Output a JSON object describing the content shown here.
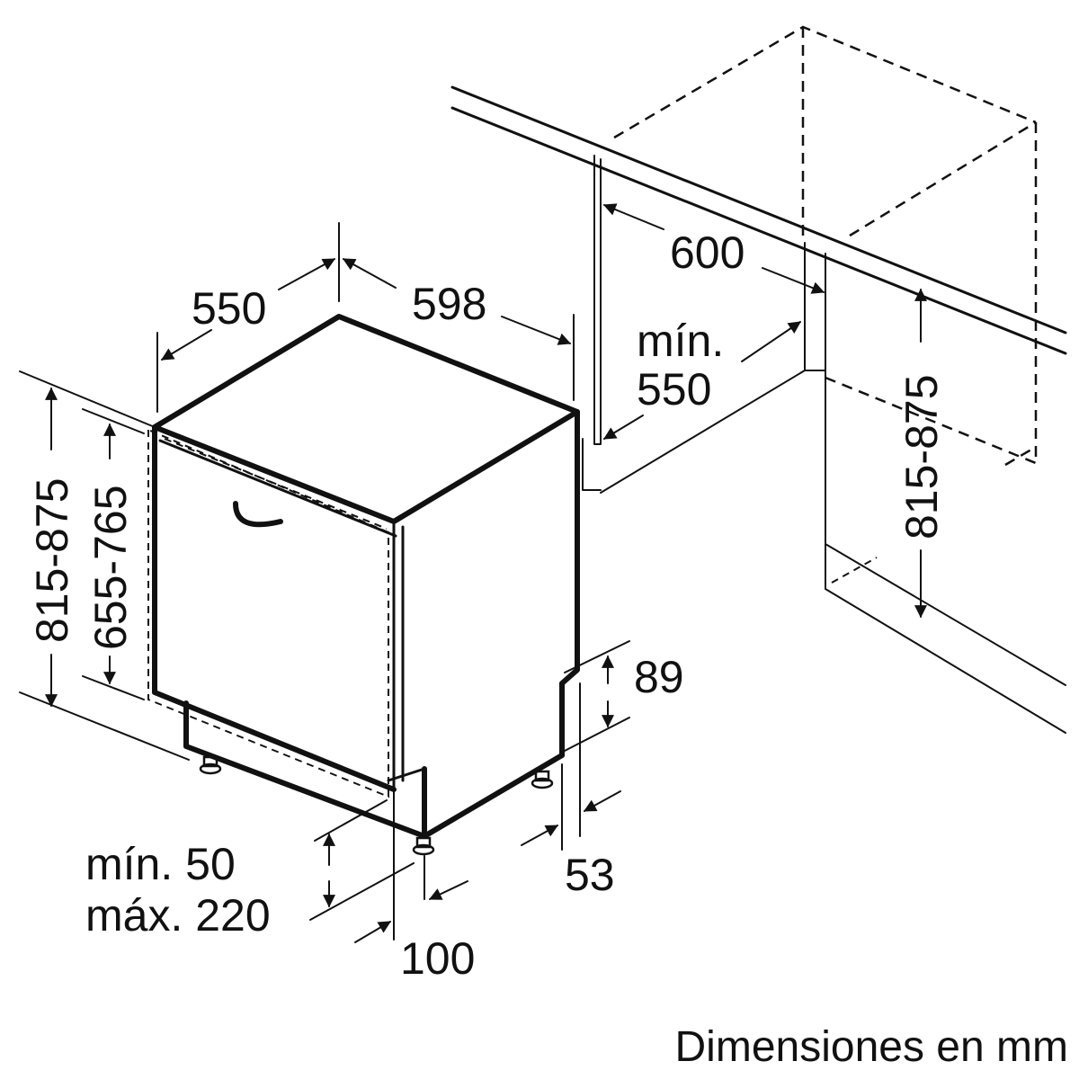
{
  "caption": "Dimensiones en mm",
  "dimensions": {
    "appliance_depth": "550",
    "appliance_width": "598",
    "niche_width": "600",
    "niche_depth_min_label": "mín.",
    "niche_depth_min_value": "550",
    "niche_height": "815-875",
    "total_height": "815-875",
    "appliance_height": "655-765",
    "plinth_height": "89",
    "plinth_offset": "53",
    "plinth_recess": "100",
    "foot_min": "mín. 50",
    "foot_max": "máx. 220"
  }
}
